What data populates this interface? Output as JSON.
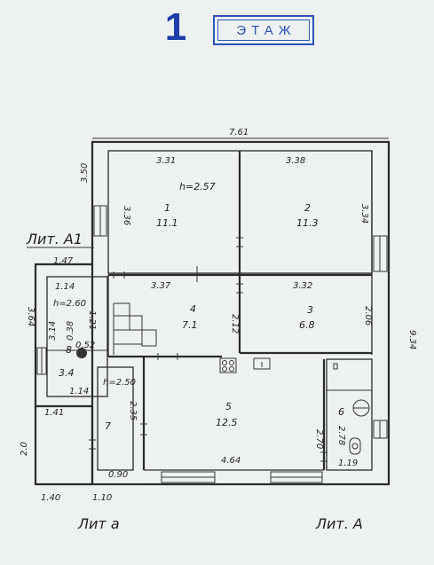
{
  "header": {
    "floor_number": "1",
    "floor_label": "ЭТАЖ"
  },
  "overall": {
    "width": "7.61",
    "height": "9.34",
    "left_top": "3.50",
    "left_side": "3.64"
  },
  "rooms": [
    {
      "number": "1",
      "area": "11.1",
      "width": "3.31",
      "depth": "3.36",
      "height_note": "h=2.57"
    },
    {
      "number": "2",
      "area": "11.3",
      "width": "3.38",
      "depth": "3.34"
    },
    {
      "number": "3",
      "area": "6.8",
      "width": "3.32",
      "depth": "2.06"
    },
    {
      "number": "4",
      "area": "7.1",
      "width": "3.37",
      "depth": "2.12"
    },
    {
      "number": "5",
      "area": "12.5",
      "width": "4.64",
      "depth": "2.70"
    },
    {
      "number": "6",
      "depth": "2.78",
      "width": "1.19"
    },
    {
      "number": "7",
      "depth": "2.35",
      "height_note": "h=2.50",
      "width": "0.90"
    },
    {
      "number": "8",
      "area": "3.4",
      "width": "1.14",
      "depth": "3.14",
      "height_note": "h=2.60",
      "aux_width": "1.21",
      "bottom_width": "1.14",
      "aux_small": "0.52",
      "aux_small2": "0.38"
    }
  ],
  "annex": {
    "top_width": "1.47",
    "bottom_width": "1.41",
    "left_height": "2.0",
    "bottom_left": "1.40",
    "bottom_right": "1.10"
  },
  "labels": {
    "lit_a1": "Лит. А1",
    "lit_a_small": "Лит а",
    "lit_a": "Лит. А"
  }
}
